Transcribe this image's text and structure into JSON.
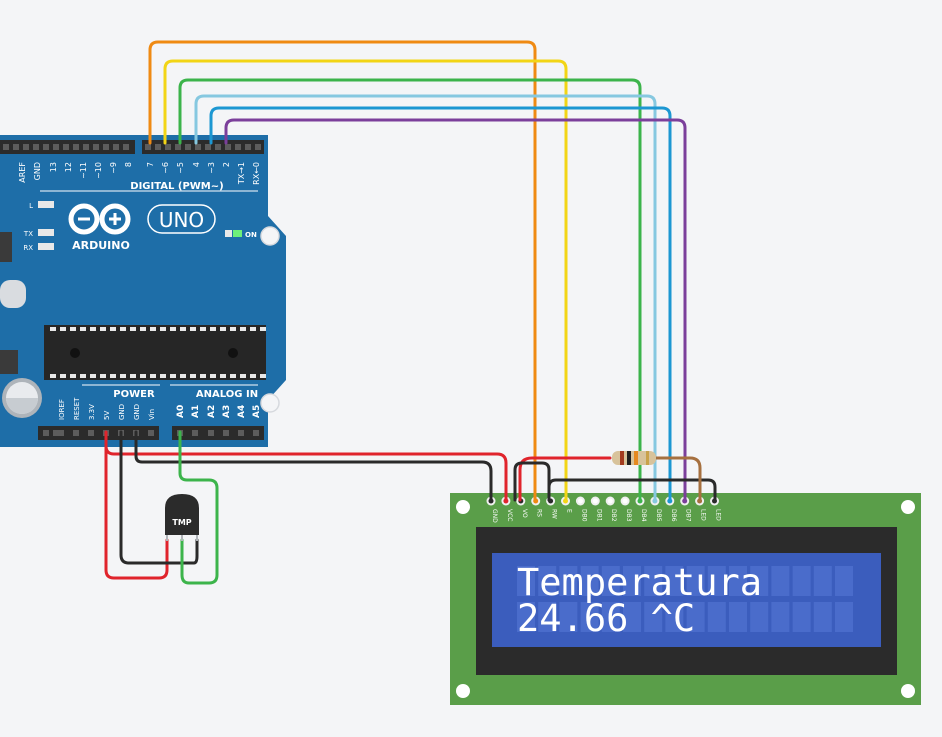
{
  "arduino": {
    "brand": "ARDUINO",
    "model": "UNO",
    "digital_header": "DIGITAL (PWM~)",
    "power_header": "POWER",
    "analog_header": "ANALOG IN",
    "on_label": "ON",
    "led_l": "L",
    "led_tx": "TX",
    "led_rx": "RX",
    "digital_pins": [
      "AREF",
      "GND",
      "13",
      "12",
      "~11",
      "~10",
      "~9",
      "8",
      "7",
      "~6",
      "~5",
      "4",
      "~3",
      "2",
      "TX→1",
      "RX←0"
    ],
    "power_pins": [
      "IOREF",
      "RESET",
      "3.3V",
      "5V",
      "GND",
      "GND",
      "Vin"
    ],
    "analog_pins": [
      "A0",
      "A1",
      "A2",
      "A3",
      "A4",
      "A5"
    ]
  },
  "sensor": {
    "label": "TMP"
  },
  "lcd": {
    "pins": [
      "GND",
      "VCC",
      "VO",
      "RS",
      "RW",
      "E",
      "DB0",
      "DB1",
      "DB2",
      "DB3",
      "DB4",
      "DB5",
      "DB6",
      "DB7",
      "LED",
      "LED"
    ],
    "line1": "Temperatura",
    "line2": "24.66 ^C"
  },
  "colors": {
    "board": "#1e6ea8",
    "lcd_pcb": "#5a9e49",
    "lcd_screen": "#3b5dbd",
    "wire_red": "#e0242c",
    "wire_black": "#2a2a2a",
    "wire_green": "#3cb44b",
    "wire_orange": "#ef8a13",
    "wire_yellow": "#f2d516",
    "wire_lightblue": "#86c8e0",
    "wire_blue": "#1c97d2",
    "wire_purple": "#7b3f9b",
    "wire_brown": "#a6703f"
  }
}
